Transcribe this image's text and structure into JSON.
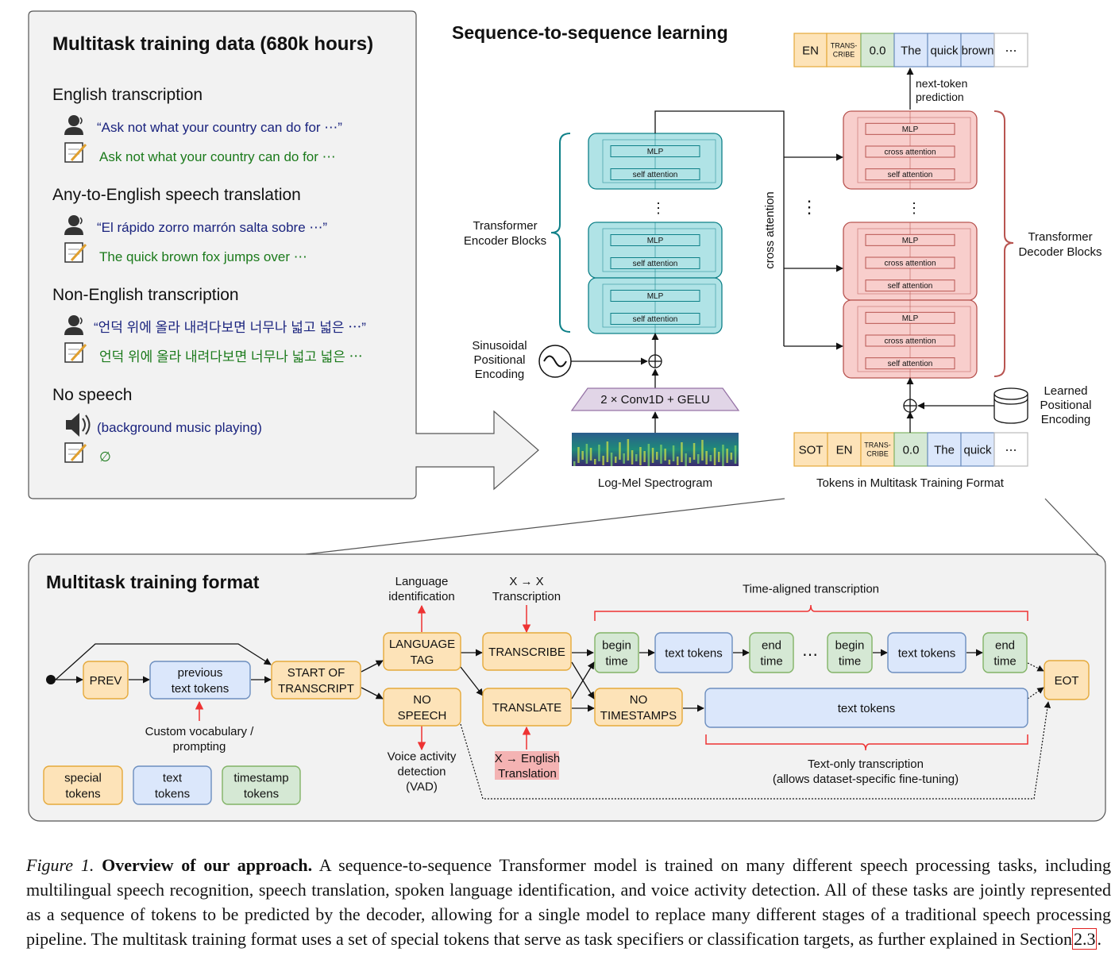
{
  "colors": {
    "special": "#fde3b8",
    "special_border": "#e5a93a",
    "text": "#dbe7fb",
    "text_border": "#6c8ebf",
    "timestamp": "#d5e8d4",
    "timestamp_border": "#82b366",
    "encoder": "#b0e3e6",
    "encoder_border": "#0e8088",
    "decoder": "#f8cecc",
    "decoder_border": "#b85450",
    "arrow_red": "#ee3333",
    "conv": "#e1d5e7",
    "conv_border": "#9673a6"
  },
  "data_panel": {
    "title": "Multitask training data (680k hours)",
    "sections": [
      {
        "heading": "English transcription",
        "audio": "“Ask not what your country can do for ⋯”",
        "text": "Ask not what your country can do for ⋯"
      },
      {
        "heading": "Any-to-English speech translation",
        "audio": "“El rápido zorro marrón salta sobre ⋯”",
        "text": "The quick brown fox jumps over ⋯"
      },
      {
        "heading": "Non-English transcription",
        "audio": "“언덕 위에 올라 내려다보면 너무나 넓고 넓은 ⋯”",
        "text": "언덕 위에 올라 내려다보면 너무나 넓고 넓은 ⋯"
      },
      {
        "heading": "No speech",
        "audio": "(background music playing)",
        "text": "∅"
      }
    ]
  },
  "seq": {
    "title": "Sequence-to-sequence learning",
    "output_tokens": [
      "EN",
      "TRANS-\nCRIBE",
      "0.0",
      "The",
      "quick",
      "brown",
      "⋯"
    ],
    "input_tokens": [
      "SOT",
      "EN",
      "TRANS-\nCRIBE",
      "0.0",
      "The",
      "quick",
      "⋯"
    ],
    "next_token": "next-token\nprediction",
    "encoder_label": "Transformer\nEncoder Blocks",
    "decoder_label": "Transformer\nDecoder Blocks",
    "mlp": "MLP",
    "self_attention": "self attention",
    "cross_attention_block": "cross attention",
    "cross_attention": "cross attention",
    "sinusoidal": "Sinusoidal\nPositional\nEncoding",
    "learned": "Learned\nPositional\nEncoding",
    "conv": "2 × Conv1D + GELU",
    "spectrogram": "Log-Mel Spectrogram",
    "tokens_caption": "Tokens in Multitask Training Format"
  },
  "format": {
    "title": "Multitask training format",
    "prev": "PREV",
    "previous_text": "previous\ntext tokens",
    "start": "START OF\nTRANSCRIPT",
    "lang_tag": "LANGUAGE\nTAG",
    "no_speech": "NO\nSPEECH",
    "transcribe": "TRANSCRIBE",
    "translate": "TRANSLATE",
    "no_timestamps": "NO\nTIMESTAMPS",
    "begin_time": "begin\ntime",
    "end_time": "end\ntime",
    "text_tokens": "text tokens",
    "eot": "EOT",
    "ellipsis": "⋯",
    "lang_id": "Language\nidentification",
    "x_x": "X → X\nTranscription",
    "time_aligned": "Time-aligned transcription",
    "custom_vocab": "Custom vocabulary /\nprompting",
    "vad": "Voice activity\ndetection\n(VAD)",
    "x_english": "X → English\nTranslation",
    "text_only": "Text-only transcription\n(allows dataset-specific fine-tuning)",
    "legend": [
      "special\ntokens",
      "text\ntokens",
      "timestamp\ntokens"
    ]
  },
  "caption": {
    "figure": "Figure 1.",
    "title": "Overview of our approach.",
    "body": "A sequence-to-sequence Transformer model is trained on many different speech processing tasks, including multilingual speech recognition, speech translation, spoken language identification, and voice activity detection. All of these tasks are jointly represented as a sequence of tokens to be predicted by the decoder, allowing for a single model to replace many different stages of a traditional speech processing pipeline. The multitask training format uses a set of special tokens that serve as task specifiers or classification targets, as further explained in Section",
    "ref": "2.3",
    "end": "."
  }
}
